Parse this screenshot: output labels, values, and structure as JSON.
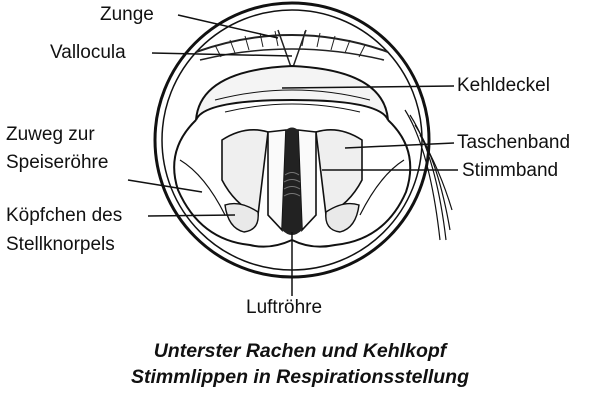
{
  "labels": {
    "zunge": "Zunge",
    "vallocula": "Vallocula",
    "kehldeckel": "Kehldeckel",
    "zuweg_line1": "Zuweg zur",
    "zuweg_line2": "Speiseröhre",
    "taschenband": "Taschenband",
    "stimmband": "Stimmband",
    "koepfchen_line1": "Köpfchen des",
    "koepfchen_line2": "Stellknorpels",
    "luftroehre": "Luftröhre"
  },
  "caption": {
    "line1": "Unterster Rachen und Kehlkopf",
    "line2": "Stimmlippen in Respirationsstellung"
  }
}
